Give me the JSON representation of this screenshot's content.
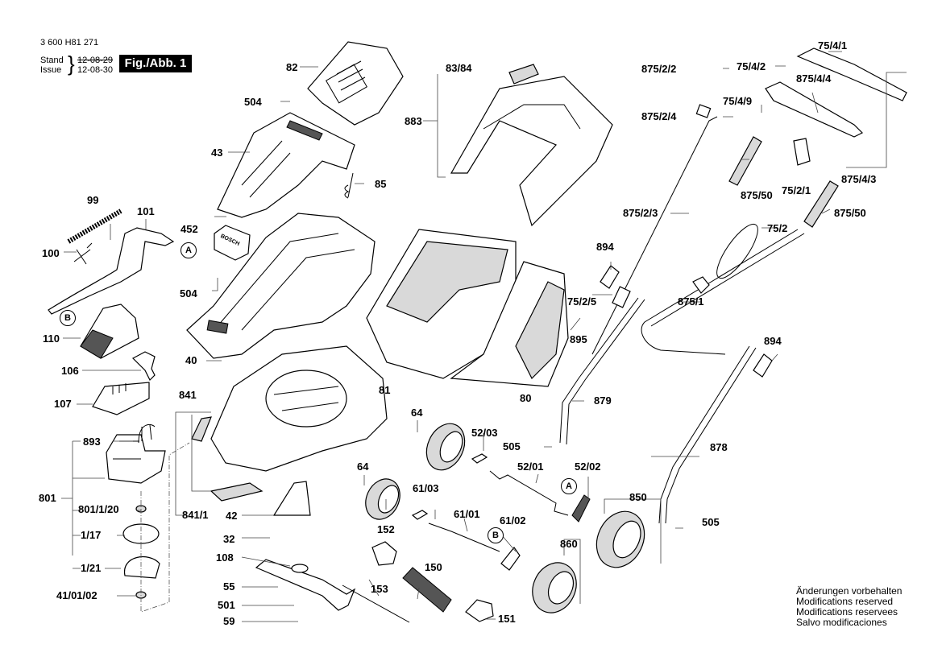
{
  "header": {
    "doc_number": "3 600 H81 271",
    "stand_label": "Stand",
    "issue_label": "Issue",
    "stand_date_struck": "12-08-29",
    "issue_date": "12-08-30",
    "figure_label": "Fig./Abb. 1"
  },
  "parts": {
    "p82": "82",
    "p504a": "504",
    "p43": "43",
    "p85": "85",
    "p883": "883",
    "p83_84": "83/84",
    "p99": "99",
    "p101": "101",
    "p100": "100",
    "p452": "452",
    "p504b": "504",
    "p110": "110",
    "p40": "40",
    "p106": "106",
    "p107": "107",
    "p841": "841",
    "p841_1": "841/1",
    "p42": "42",
    "p81": "81",
    "p80": "80",
    "p893": "893",
    "p801": "801",
    "p801_1_20": "801/1/20",
    "p1_17": "1/17",
    "p1_21": "1/21",
    "p41_01_02": "41/01/02",
    "p32": "32",
    "p108": "108",
    "p55": "55",
    "p501": "501",
    "p59": "59",
    "p153": "153",
    "p64a": "64",
    "p64b": "64",
    "p52_03": "52/03",
    "p52_01": "52/01",
    "p52_02": "52/02",
    "p61_03": "61/03",
    "p61_01": "61/01",
    "p61_02": "61/02",
    "p152": "152",
    "p150": "150",
    "p151": "151",
    "p505a": "505",
    "p505b": "505",
    "p879": "879",
    "p878": "878",
    "p850": "850",
    "p860": "860",
    "p894a": "894",
    "p894b": "894",
    "p895": "895",
    "p75_2_5": "75/2/5",
    "p875_1": "875/1",
    "p875_2_2": "875/2/2",
    "p875_2_4": "875/2/4",
    "p875_2_3": "875/2/3",
    "p75_4_1": "75/4/1",
    "p75_4_2": "75/4/2",
    "p875_4_4": "875/4/4",
    "p75_4_9": "75/4/9",
    "p875_4_3": "875/4/3",
    "p875_50a": "875/50",
    "p875_50b": "875/50",
    "p75_2_1": "75/2/1",
    "p75_2": "75/2"
  },
  "callouts": {
    "a1": "A",
    "b1": "B",
    "a2": "A",
    "b2": "B"
  },
  "notes": [
    "Änderungen vorbehalten",
    "Modifications reserved",
    "Modifications reservees",
    "Salvo modificaciones"
  ]
}
